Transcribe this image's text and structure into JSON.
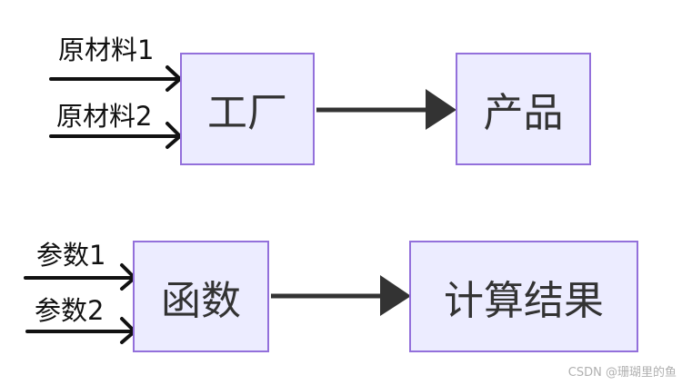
{
  "diagram": {
    "row1": {
      "input1": "原材料1",
      "input2": "原材料2",
      "process": "工厂",
      "output": "产品"
    },
    "row2": {
      "input1": "参数1",
      "input2": "参数2",
      "process": "函数",
      "output": "计算结果"
    }
  },
  "watermark": "CSDN @珊瑚里的鱼",
  "colors": {
    "node_fill": "#ececff",
    "node_border": "#9370db",
    "arrow": "#333333",
    "ink": "#111111"
  }
}
